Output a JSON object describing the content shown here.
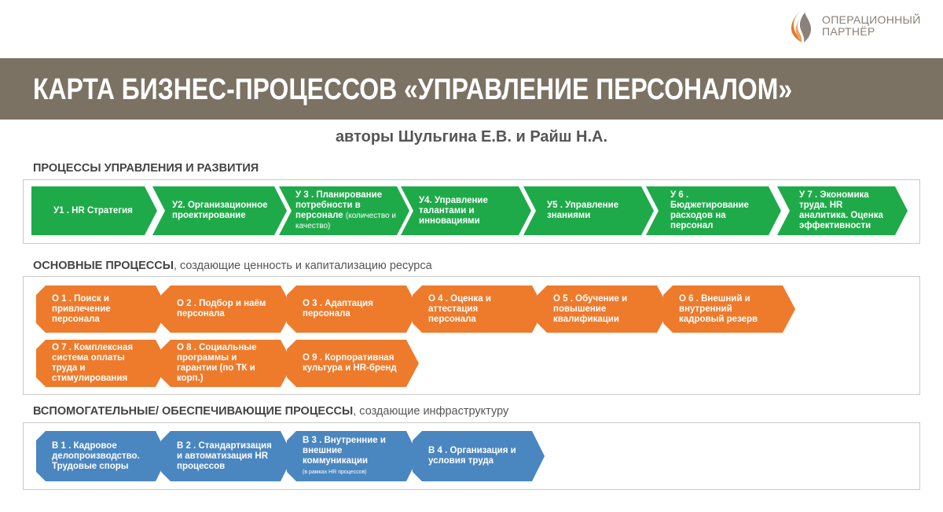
{
  "logo": {
    "line1": "ОПЕРАЦИОННЫЙ",
    "line2": "ПАРТНЁР",
    "colors": [
      "#e07a2f",
      "#8a8178"
    ]
  },
  "title": "КАРТА БИЗНЕС-ПРОЦЕССОВ «УПРАВЛЕНИЕ ПЕРСОНАЛОМ»",
  "authors": "авторы Шульгина Е.В. и Райш Н.А.",
  "colors": {
    "band": "#7b7264",
    "management": "#1faa4a",
    "core": "#ee7a2b",
    "support": "#4a86c0"
  },
  "sections": {
    "management": {
      "label": "ПРОЦЕССЫ УПРАВЛЕНИЯ И РАЗВИТИЯ",
      "items": [
        {
          "text": "У1 . HR Стратегия"
        },
        {
          "text": "У2. Организационное проектирование"
        },
        {
          "text": "У 3 . Планирование потребности в персонале",
          "note": "(количество и качество)"
        },
        {
          "text": "У4. Управление талантами и инновациями"
        },
        {
          "text": "У5 . Управление знаниями"
        },
        {
          "text": "У 6 . Бюджетирование расходов на персонал"
        },
        {
          "text": "У 7 . Экономика труда. HR аналитика. Оценка эффективности"
        }
      ]
    },
    "core": {
      "label": "ОСНОВНЫЕ ПРОЦЕССЫ",
      "label_suffix": ", создающие ценность и капитализацию ресурса",
      "items": [
        {
          "text": "О 1 . Поиск и привлечение персонала"
        },
        {
          "text": "О 2 . Подбор и наём персонала"
        },
        {
          "text": "О 3 . Адаптация персонала"
        },
        {
          "text": "О 4 . Оценка и аттестация персонала"
        },
        {
          "text": "О 5 . Обучение и повышение квалификации"
        },
        {
          "text": "О 6 . Внешний и внутренний кадровый резерв"
        },
        {
          "text": "О 7 . Комплексная система оплаты труда и стимулирования"
        },
        {
          "text": "О 8 . Социальные программы и гарантии (по ТК и корп.)"
        },
        {
          "text": "О 9 . Корпоративная культура и HR-бренд"
        }
      ]
    },
    "support": {
      "label": "ВСПОМОГАТЕЛЬНЫЕ/ ОБЕСПЕЧИВАЮЩИЕ ПРОЦЕССЫ",
      "label_suffix": ", создающие инфраструктуру",
      "items": [
        {
          "text": "В 1 . Кадровое делопроизводство. Трудовые споры"
        },
        {
          "text": "В 2 . Стандартизация и автоматизация HR процессов"
        },
        {
          "text": "В 3 . Внутренние и внешние коммуникации",
          "note": "(в рамках HR процессов)"
        },
        {
          "text": "В 4 . Организация и условия труда"
        }
      ]
    }
  }
}
